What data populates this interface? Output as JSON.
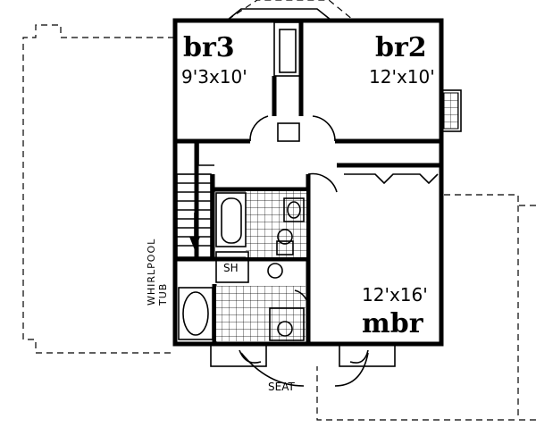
{
  "rooms": {
    "br3": {
      "name": "br3",
      "size": "9'3x10'"
    },
    "br2": {
      "name": "br2",
      "size": "12'x10'"
    },
    "mbr": {
      "name": "mbr",
      "size": "12'x16'"
    }
  },
  "labels": {
    "shower": "SH",
    "whirlpool_line1": "WHIRLPOOL",
    "whirlpool_line2": "TUB",
    "seat": "SEAT"
  }
}
